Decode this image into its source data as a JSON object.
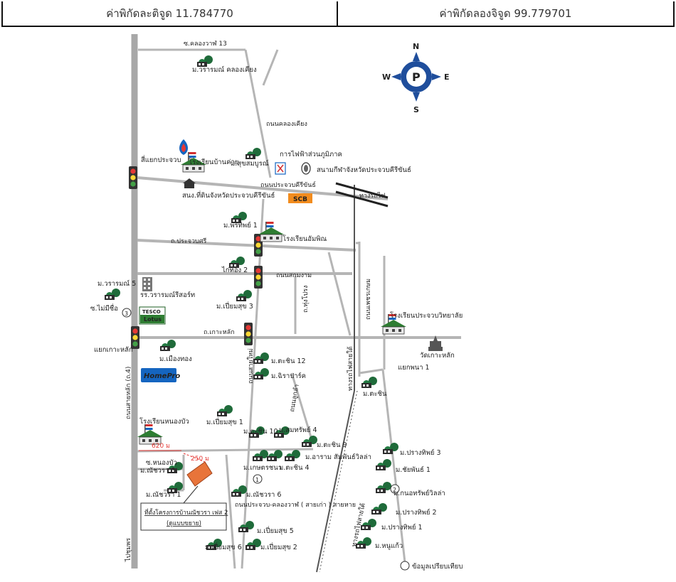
{
  "header": {
    "latitude_label": "ค่าพิกัดละติจูด 11.784770",
    "longitude_label": "ค่าพิกัดลองจิจูด 99.779701"
  },
  "compass": {
    "n": "N",
    "e": "E",
    "s": "S",
    "w": "W"
  },
  "roads": {
    "soi_klongwan_13": "ซ.คลองวาฬ 13",
    "thanon_klongwan": "ถนนคลองเคียง",
    "thanon_prachuap": "ถนนประจวบคีรีขันธ์",
    "prachuap_road": "ถ.ประจวบศรี",
    "thanon_sakkam": "ถนนสกมงาม",
    "ko_lak_road": "ถ.เกาะหลัก",
    "railway_label": "ทางรถไฟ",
    "phet_road": "ถนนเพชรเกษม",
    "thung_prong_road": "ถ.ทุ่งโปรง",
    "thanon_s_road": "ถนนสายใหม่",
    "klong_wan_rd": "ถนนประจวบ-คลองวาฬ ( สายเก่า ) สายหาย",
    "rail_track_label": "ทางรถไฟสายใต้",
    "soi_mai_mi_chue": "ซ.ไม่มีชื่อ",
    "yaek_prachuap": "สี่แยกประจวบ",
    "yaek_ko_lak": "แยกเกาะหลัก",
    "yaek_r": "แยกพนา 1",
    "soi_nong_bua": "ซ.หนองบัว",
    "lamkat": "ถนนลูกลำ",
    "rail_vertical": "ไปชุมพร",
    "left_main": "ถนนสายหลัก (ถ.4)"
  },
  "places": {
    "mb_wararom_klongwan": "ม.วรารมณ์ คลองเคียง",
    "school_ban_khai": "โรงเรียนบ้านค่าย",
    "mb_sukhsomboon": "ม.สุขสมบูรณ์",
    "electricity": "การไฟฟ้าส่วนภูมิภาค",
    "stadium": "สนามกีฬาจังหวัดประจวบคีรีขันธ์",
    "sorb": "สนง.ที่ดินจังหวัดประจวบคีรีขันธ์",
    "mb_prarkhip1": "ม.พรทิพย์ 1",
    "school_ampion": "โรงเรียนอัมพิณ",
    "mb_khaokai2": "ไก่ทอง 2",
    "mb_wararom5": "ม.วรารมณ์ 5",
    "condo_wararom": "รร.วรารมณ์รีสอร์ท",
    "mb_piamsuk3": "ม.เปี่ยมสุข 3",
    "tesco": "TESCO",
    "lotus": "Lotus",
    "school_prachuap_wit": "โรงเรียนประจวบวิทยาลัย",
    "wat_ko_lak": "วัดเกาะหลัก",
    "mb_mueang_thong": "ม.เมืองทอง",
    "homepro": "HomePro",
    "mb_tha_chin12": "ม.ตะชิน 12",
    "mb_chira": "ม.ฉิราปาร์ค",
    "mb_tha_chin": "ม.ตะชิน",
    "school_nong_bua": "โรงเรียนหนองบัว",
    "mb_piamsuk1": "ม.เปี่ยมสุข 1",
    "mb_tha_chin10": "ม.ตะชิน 10",
    "mb_somsap4": "ม.สมทรัพย์ 4",
    "mb_tha_chin9": "ม.ตะชิน 9",
    "mb_aram": "ม.อาราม สัมพันธ์วิลล่า",
    "mb_kasetsan": "ม.เกษตรชนา",
    "mb_tha_chin4": "ม.ตะชิน 4",
    "mb_chatchawan3": "ม.ณัชวรา 3",
    "mb_chatchawan1": "ม.ณัชวรา 1",
    "mb_prangthip3": "ม.ปรางทิพย์ 3",
    "mb_khonthip1": "ม.ชัยพันธ์ 1",
    "mb_konsap": "ม.กนอทรัพย์วิลล่า",
    "mb_prangthip2": "ม.ปรางทิพย์ 2",
    "mb_prangthip1": "ม.ปรางทิพย์ 1",
    "mb_nuan_kaew": "ม.หนูแก้ว",
    "mb_chatchawan6": "ม.ณัชวรา 6",
    "mb_piamsuk5": "ม.เปี่ยมสุข 5",
    "mb_piamsuk6": "ม.เปี่ยมสุข 6",
    "mb_piamsuk2": "ม.เปี่ยมสุข 2",
    "project_box_line1": "ที่ตั้งโครงการบ้านณัชวรา เฟส 2",
    "project_box_line2": "(ดูแบบขยาย)",
    "legend": "ข้อมูลเปรียบเทียบ",
    "dist_620": "620 ม",
    "dist_250": "250 ม",
    "num1": "1",
    "num2": "2",
    "num3": "3",
    "sb_logo": "SCB"
  }
}
